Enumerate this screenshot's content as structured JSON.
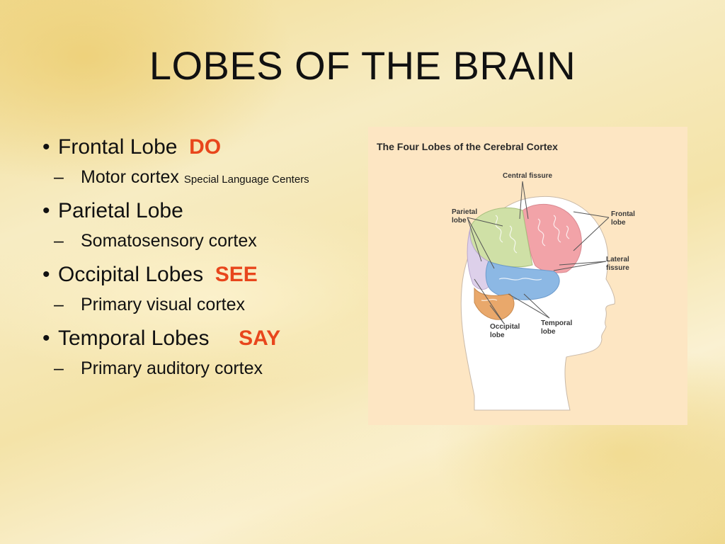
{
  "slide": {
    "title": "LOBES OF THE BRAIN"
  },
  "bullets": [
    {
      "label": "Frontal Lobe",
      "tag": "DO",
      "sub": "Motor cortex",
      "sub_note": "Special Language Centers"
    },
    {
      "label": "Parietal Lobe",
      "tag": "",
      "sub": "Somatosensory cortex",
      "sub_note": ""
    },
    {
      "label": "Occipital Lobes",
      "tag": "SEE",
      "sub": "Primary visual cortex",
      "sub_note": ""
    },
    {
      "label": "Temporal Lobes",
      "tag": "SAY",
      "sub": "Primary auditory cortex",
      "sub_note": ""
    }
  ],
  "figure": {
    "title": "The Four Lobes of the Cerebral Cortex",
    "labels": {
      "central_fissure": "Central fissure",
      "parietal_1": "Parietal",
      "parietal_2": "lobe",
      "frontal_1": "Frontal",
      "frontal_2": "lobe",
      "lateral_1": "Lateral",
      "lateral_2": "fissure",
      "occipital_1": "Occipital",
      "occipital_2": "lobe",
      "temporal_1": "Temporal",
      "temporal_2": "lobe"
    }
  },
  "colors": {
    "accent": "#e8461c",
    "frontal": "#f2a3a8",
    "parietal": "#cfe0a6",
    "occipital": "#e9a86b",
    "temporal": "#8cb8e4",
    "figure_bg": "#fde6c3"
  }
}
